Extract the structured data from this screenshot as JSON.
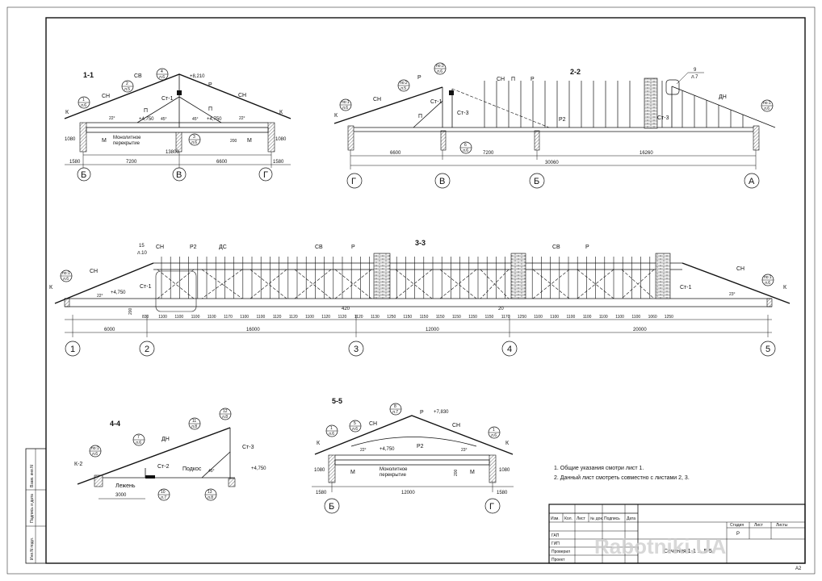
{
  "sections": {
    "s11": {
      "title": "1-1",
      "labels": {
        "sv": "СВ",
        "sn_left": "СН",
        "sn_right": "СН",
        "p_left": "П",
        "p_right": "П",
        "r": "Р",
        "st1": "Ст-1",
        "k_left": "К",
        "k_right": "К",
        "m_left": "М",
        "m_right": "М",
        "slab": "Монолитное",
        "slab2": "перекрытие",
        "mark_top": "+8,210",
        "mark_l": "+4,750",
        "mark_r": "+4,750",
        "ang1": "22°",
        "ang2": "22°",
        "ang3": "45°",
        "ang4": "45°",
        "h_left": "1080",
        "h_right": "1080",
        "h_mid": "200"
      },
      "callouts": [
        {
          "n": "1",
          "s": "л.6"
        },
        {
          "n": "2",
          "s": "л.5"
        },
        {
          "n": "4",
          "s": "л.6"
        },
        {
          "n": "3",
          "s": "л.6"
        }
      ],
      "dims": {
        "total": "13800",
        "d1": "1580",
        "d2": "7200",
        "d3": "6600",
        "d4": "1580"
      },
      "axes": [
        "Б",
        "В",
        "Г"
      ]
    },
    "s22": {
      "title": "2-2",
      "labels": {
        "sn": "СН",
        "r": "Р",
        "r2": "Р",
        "p": "П",
        "p2": "П",
        "st1": "Ст-1",
        "st3": "Ст-3",
        "st3b": "Ст-3",
        "r2b": "Р2",
        "dn": "ДН",
        "k": "К"
      },
      "callouts": [
        {
          "n": "по:2",
          "s": "л.5"
        },
        {
          "n": "по:3",
          "s": "л.6"
        },
        {
          "n": "по:1",
          "s": "л.6"
        },
        {
          "n": "6",
          "s": "л.6"
        },
        {
          "n": "по:1",
          "s": "л.6"
        }
      ],
      "note9": {
        "n": "9",
        "s": "л.7"
      },
      "dims": {
        "d1": "6600",
        "d2": "7200",
        "d3": "16260",
        "total": "30060"
      },
      "axes": [
        "Г",
        "В",
        "Б",
        "А"
      ]
    },
    "s33": {
      "title": "3-3",
      "labels": {
        "n15": "15",
        "s15": "л.10",
        "sn": "СН",
        "r2": "Р2",
        "ds": "ДС",
        "sv1": "СВ",
        "r1": "Р",
        "sv2": "СВ",
        "r3": "Р",
        "sn_left": "СН",
        "sn_right": "СН",
        "k_left": "К",
        "k_right": "К",
        "st1_left": "Ст-1",
        "st1_right": "Ст-1",
        "mark": "+4,750",
        "ang_l": "22°",
        "ang_r": "23°",
        "h": "200",
        "d420": "420",
        "d20": "20"
      },
      "callouts": [
        {
          "n": "по:1",
          "s": "л.6"
        },
        {
          "n": "по:1",
          "s": "л.6"
        }
      ],
      "spacing": [
        "830",
        "1100",
        "1100",
        "1100",
        "1100",
        "1170",
        "1100",
        "1100",
        "1120",
        "1120",
        "1100",
        "1120",
        "1120",
        "1120",
        "1130",
        "1250",
        "1150",
        "1150",
        "1150",
        "1150",
        "1150",
        "1150",
        "1170",
        "1250",
        "1100",
        "1100",
        "1100",
        "1100",
        "1100",
        "1100",
        "1100",
        "1060",
        "1250"
      ],
      "dims": {
        "d1": "6000",
        "d2": "16000",
        "d3": "12000",
        "d4": "20000"
      },
      "axes": [
        "1",
        "2",
        "3",
        "4",
        "5"
      ]
    },
    "s44": {
      "title": "4-4",
      "labels": {
        "k2": "К-2",
        "dn": "ДН",
        "st3": "Ст-3",
        "st2": "Ст-2",
        "podkos": "Подкос",
        "lezhen": "Лежень",
        "mark": "+4,750",
        "ang": "45°"
      },
      "callouts": [
        {
          "n": "по:1",
          "s": "л.6"
        },
        {
          "n": "7",
          "s": "л.6"
        },
        {
          "n": "11",
          "s": "л.8"
        },
        {
          "n": "12",
          "s": "л.8"
        },
        {
          "n": "10",
          "s": "л.7"
        },
        {
          "n": "13",
          "s": "л.8"
        }
      ],
      "dims": {
        "d1": "3000"
      }
    },
    "s55": {
      "title": "5-5",
      "labels": {
        "sn_l": "СН",
        "sn_r": "СН",
        "r": "Р",
        "r2": "Р2",
        "k_l": "К",
        "k_r": "К",
        "m_l": "М",
        "m_r": "М",
        "mark_top": "+7,830",
        "mark": "+4,750",
        "slab": "Монолитное",
        "slab2": "перекрытие",
        "ang_l": "22°",
        "ang_r": "23°",
        "h_l": "1080",
        "h_r": "1080",
        "h_m": "200"
      },
      "callouts": [
        {
          "n": "1",
          "s": "л.6"
        },
        {
          "n": "5",
          "s": "л.6"
        },
        {
          "n": "8",
          "s": "л.7"
        },
        {
          "n": "1",
          "s": "л.6"
        }
      ],
      "dims": {
        "d1": "1580",
        "d2": "12000",
        "d3": "1580"
      },
      "axes": [
        "Б",
        "Г"
      ]
    }
  },
  "notes": [
    "1. Общие указания смотри лист 1.",
    "2. Данный лист смотреть совместно с листами 2, 3."
  ],
  "stamp": {
    "cols": [
      "Изм.",
      "Кол.",
      "Лист",
      "№ док.",
      "Подпись",
      "Дата"
    ],
    "rows": [
      "ГАП",
      "ГИП",
      "Проверил",
      "Проект"
    ],
    "stage_hdr": "Стадия",
    "sheet_hdr": "Лист",
    "sheets_hdr": "Листы",
    "stage": "Р",
    "title": "Сечения 1-1 ... 5-5."
  },
  "side": [
    "Взам. инв.N",
    "Подпись и дата",
    "Инв.N подл."
  ],
  "watermark": "Rabotniki.UA",
  "format": "A2"
}
